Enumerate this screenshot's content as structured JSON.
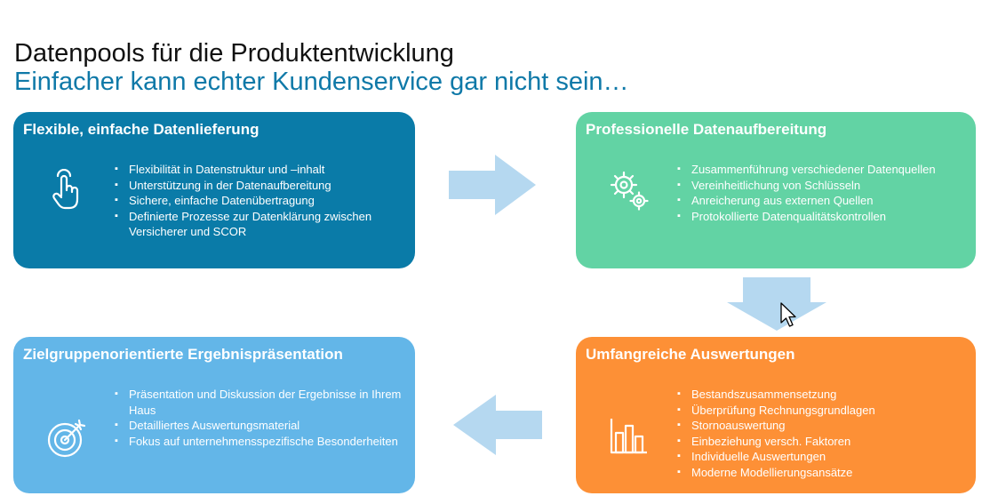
{
  "title": "Datenpools für die Produktentwicklung",
  "subtitle": "Einfacher kann echter Kundenservice gar nicht sein…",
  "colors": {
    "box1": "#0a7ba8",
    "box2": "#62d3a4",
    "box3": "#fd9036",
    "box4": "#63b6e8",
    "arrow": "#b5d8f0",
    "subtitle": "#0f79a8"
  },
  "boxes": [
    {
      "heading": "Flexible, einfache Datenlieferung",
      "icon": "pointing-hand-icon",
      "items": [
        "Flexibilität in Datenstruktur und –inhalt",
        "Unterstützung in der Datenaufbereitung",
        "Sichere, einfache Datenübertragung",
        "Definierte Prozesse zur Datenklärung zwischen Versicherer und SCOR"
      ]
    },
    {
      "heading": "Professionelle Datenaufbereitung",
      "icon": "gears-icon",
      "items": [
        "Zusammenführung verschiedener Datenquellen",
        "Vereinheitlichung von Schlüsseln",
        "Anreicherung aus externen Quellen",
        "Protokollierte Datenqualitätskontrollen"
      ]
    },
    {
      "heading": "Umfangreiche Auswertungen",
      "icon": "bar-chart-icon",
      "items": [
        "Bestandszusammensetzung",
        "Überprüfung Rechnungsgrundlagen",
        "Stornoauswertung",
        "Einbeziehung versch. Faktoren",
        "Individuelle Auswertungen",
        "Moderne Modellierungsansätze"
      ]
    },
    {
      "heading": "Zielgruppenorientierte Ergebnispräsentation",
      "icon": "target-icon",
      "items": [
        "Präsentation und Diskussion der Ergebnisse in Ihrem Haus",
        "Detailliertes Auswertungsmaterial",
        "Fokus auf unternehmensspezifische Besonderheiten"
      ]
    }
  ]
}
